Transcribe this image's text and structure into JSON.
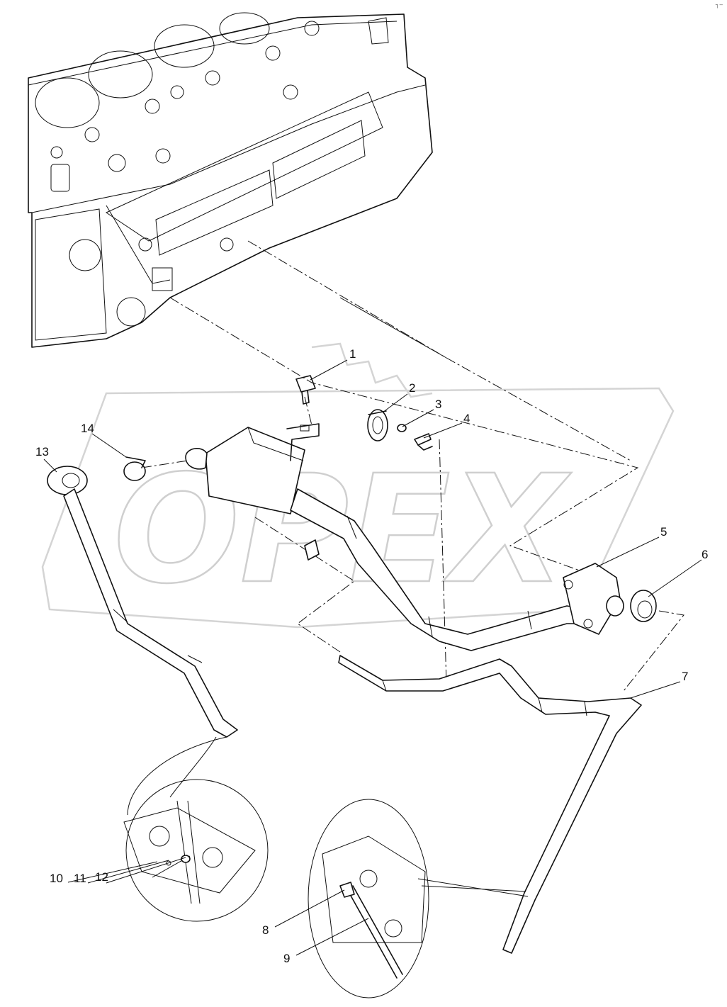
{
  "watermark": {
    "text": "OPEX",
    "logo_color": "#cfcfcf"
  },
  "corner_mark": "┐–",
  "callouts": [
    {
      "id": "1",
      "label": "1"
    },
    {
      "id": "2",
      "label": "2"
    },
    {
      "id": "3",
      "label": "3"
    },
    {
      "id": "4",
      "label": "4"
    },
    {
      "id": "5",
      "label": "5"
    },
    {
      "id": "6",
      "label": "6"
    },
    {
      "id": "7",
      "label": "7"
    },
    {
      "id": "8",
      "label": "8"
    },
    {
      "id": "9",
      "label": "9"
    },
    {
      "id": "10",
      "label": "10"
    },
    {
      "id": "11",
      "label": "11"
    },
    {
      "id": "12",
      "label": "12"
    },
    {
      "id": "13",
      "label": "13"
    },
    {
      "id": "14",
      "label": "14"
    }
  ]
}
